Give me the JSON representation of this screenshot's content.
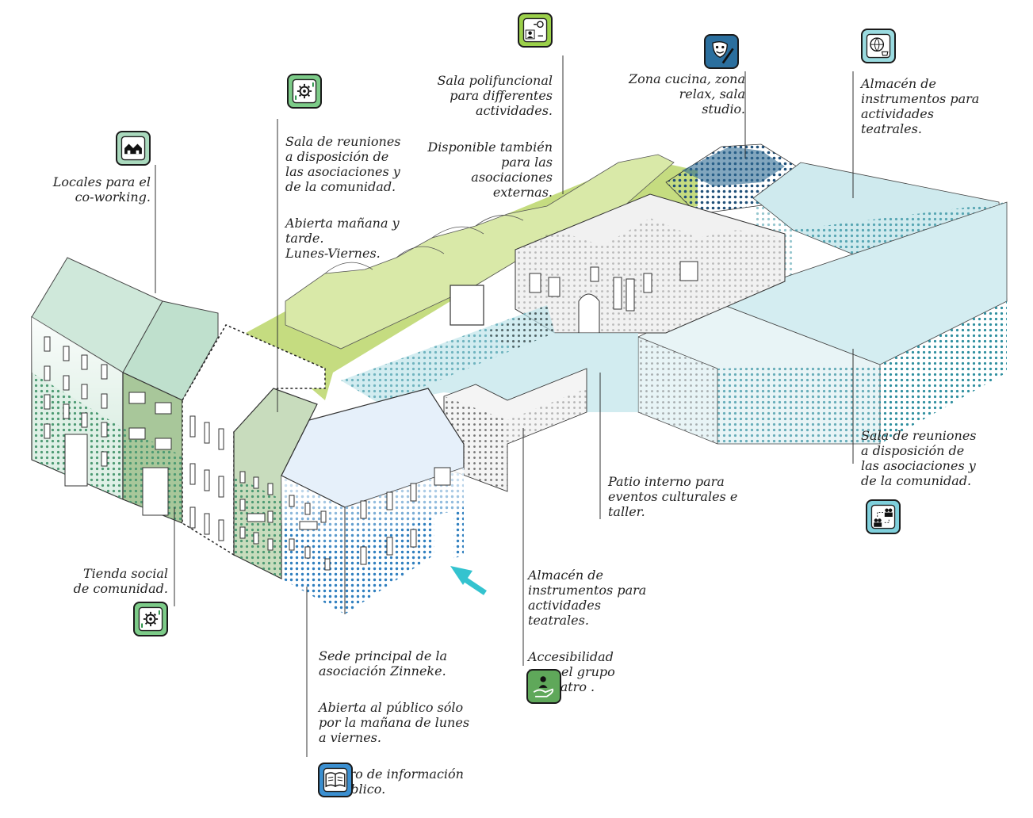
{
  "colors": {
    "green_light": "#9fd3b4",
    "green_lime": "#a8c83a",
    "green_dark": "#6a9a55",
    "blue_light": "#7fc8d6",
    "blue_mid": "#3b8fd0",
    "navy": "#1f4f78",
    "cyan_arrow": "#34c3cf",
    "grey_dots": "#444444"
  },
  "labels": {
    "coworking": "Locales para el\nco-working.",
    "sala_reuniones_1_a": "Sala de reuniones\na disposición de\nlas asociaciones y\nde la comunidad.",
    "sala_reuniones_1_b": "Abierta mañana y\ntarde.\nLunes-Viernes.",
    "polifuncional_a": "Sala polifuncional\npara differentes\nactividades.",
    "polifuncional_b": "Disponible también\npara las\nasociaciones\nexternas.",
    "cucina": "Zona cucina, zona\nrelax, sala\nstudio.",
    "almacen_1": "Almacén de\ninstrumentos para\nactividades\nteatrales.",
    "sala_reuniones_2": "Sala de reuniones\na disposición de\nlas asociaciones y\nde la comunidad.",
    "patio": "Patio interno para\neventos culturales e\ntaller.",
    "almacen_2_a": "Almacén de\ninstrumentos para\nactividades\nteatrales.",
    "almacen_2_b": "Accesibilidad\npara el grupo\nde teatro .",
    "tienda": "Tienda social\nde comunidad.",
    "sede_a": "Sede principal de la\nasociación Zinneke.",
    "sede_b": "Abierta al público sólo\npor la mañana de lunes\na viernes.",
    "sede_c": "Centro de información\nal publico."
  },
  "icons": {
    "coworking": "houses-icon",
    "sala_reuniones_1": "gear-cycle-icon",
    "polifuncional": "person-gear-swap-icon",
    "cucina": "theater-mask-brush-icon",
    "almacen_1": "lamp-cup-icon",
    "sala_reuniones_2": "people-network-icon",
    "almacen_2": "hand-person-icon",
    "tienda": "gear-cycle-icon",
    "sede": "open-book-icon"
  }
}
